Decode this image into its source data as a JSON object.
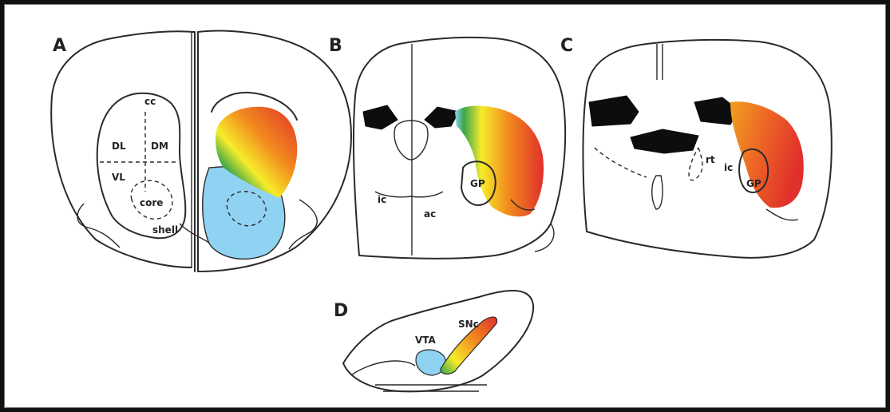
{
  "panels": {
    "A": {
      "letter": "A",
      "labels": {
        "cc": "cc",
        "dl": "DL",
        "dm": "DM",
        "vl": "VL",
        "core": "core",
        "shell": "shell"
      }
    },
    "B": {
      "letter": "B",
      "labels": {
        "gp": "GP",
        "ic": "ic",
        "ac": "ac"
      }
    },
    "C": {
      "letter": "C",
      "labels": {
        "rt": "rt",
        "ic": "ic",
        "gp": "GP"
      }
    },
    "D": {
      "letter": "D",
      "labels": {
        "vta": "VTA",
        "snc": "SNc"
      }
    }
  },
  "colors": {
    "red": "#e0302b",
    "orange": "#f28a1e",
    "yellow": "#f6ec2a",
    "green": "#3aa64a",
    "blue": "#8fd2f2"
  }
}
